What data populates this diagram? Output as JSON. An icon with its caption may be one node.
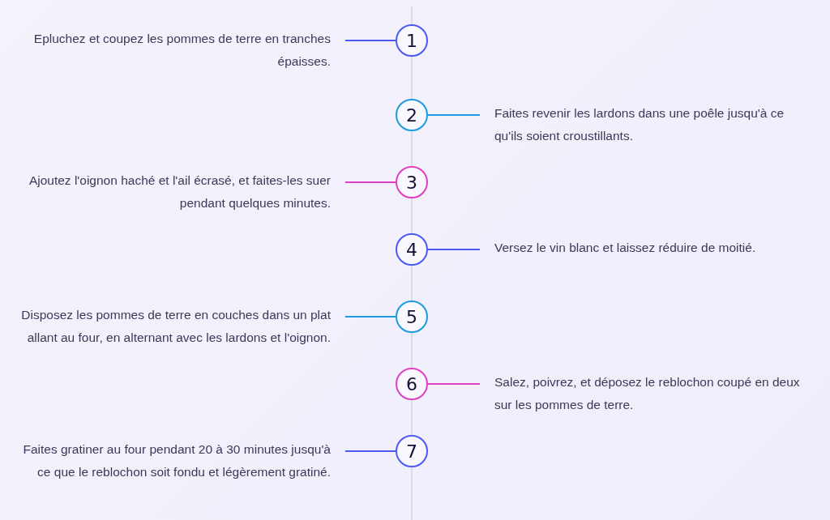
{
  "diagram": {
    "nodes": [
      {
        "text": [
          "1"
        ]
      },
      {
        "text": [
          "Epluchez et coupez les pommes de terre en tranches épaisses."
        ]
      },
      {
        "text": [
          "2"
        ]
      },
      {
        "text": [
          "Faites revenir les lardons dans une poêle jusqu'à ce qu'ils soient croustillants."
        ]
      },
      {
        "text": [
          "3"
        ]
      },
      {
        "text": [
          "Ajoutez l'oignon haché et l'ail écrasé, et faites-les suer pendant quelques minutes."
        ]
      },
      {
        "text": [
          "4"
        ]
      },
      {
        "text": [
          "Versez le vin blanc et laissez réduire de moitié."
        ]
      },
      {
        "text": [
          "5"
        ]
      },
      {
        "text": [
          "Disposez les pommes de terre en couches dans un plat allant au four, en alternant avec les lardons et l'oignon."
        ]
      },
      {
        "text": [
          "6"
        ]
      },
      {
        "text": [
          "Salez, poivrez, et déposez le reblochon coupé en deux sur les pommes de terre."
        ]
      },
      {
        "text": [
          "7"
        ]
      },
      {
        "text": [
          "Faites gratiner au four pendant 20 à 30 minutes jusqu'à ce que le reblochon soit fondu et légèrement gratiné."
        ]
      }
    ],
    "edges": [
      {
        "from": 0,
        "to": 1,
        "arrow": "none"
      },
      {
        "from": 2,
        "to": 3,
        "arrow": "none",
        "color": "#1e9ae0"
      },
      {
        "from": 4,
        "to": 5,
        "arrow": "none",
        "color": "#e040c4"
      },
      {
        "from": 6,
        "to": 7,
        "arrow": "none"
      },
      {
        "from": 8,
        "to": 9,
        "arrow": "none",
        "color": "#1e9ae0"
      },
      {
        "from": 10,
        "to": 11,
        "arrow": "none",
        "color": "#e040c4"
      },
      {
        "from": 12,
        "to": 13,
        "arrow": "none"
      }
    ]
  }
}
